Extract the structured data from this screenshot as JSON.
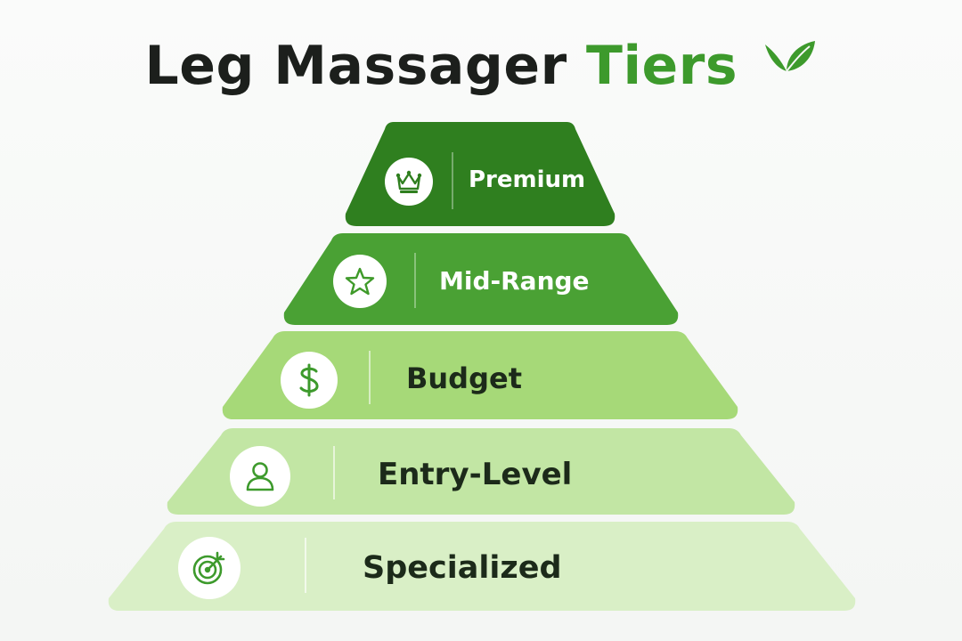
{
  "title": {
    "main": "Leg Massager",
    "accent": "Tiers",
    "icon": "leaf-icon"
  },
  "colors": {
    "title": "#1c1f1c",
    "accent": "#3d9a2c",
    "tier_premium": "#2f7f1f",
    "tier_midrange": "#4aa134",
    "tier_budget": "#a6d978",
    "tier_entry": "#c2e6a4",
    "tier_specialized": "#d9efc6"
  },
  "tiers": [
    {
      "label": "Premium",
      "icon": "crown-icon",
      "text_color": "#ffffff"
    },
    {
      "label": "Mid-Range",
      "icon": "star-icon",
      "text_color": "#ffffff"
    },
    {
      "label": "Budget",
      "icon": "dollar-icon",
      "text_color": "#1c2a1a"
    },
    {
      "label": "Entry-Level",
      "icon": "user-icon",
      "text_color": "#1c2a1a"
    },
    {
      "label": "Specialized",
      "icon": "target-icon",
      "text_color": "#1c2a1a"
    }
  ]
}
